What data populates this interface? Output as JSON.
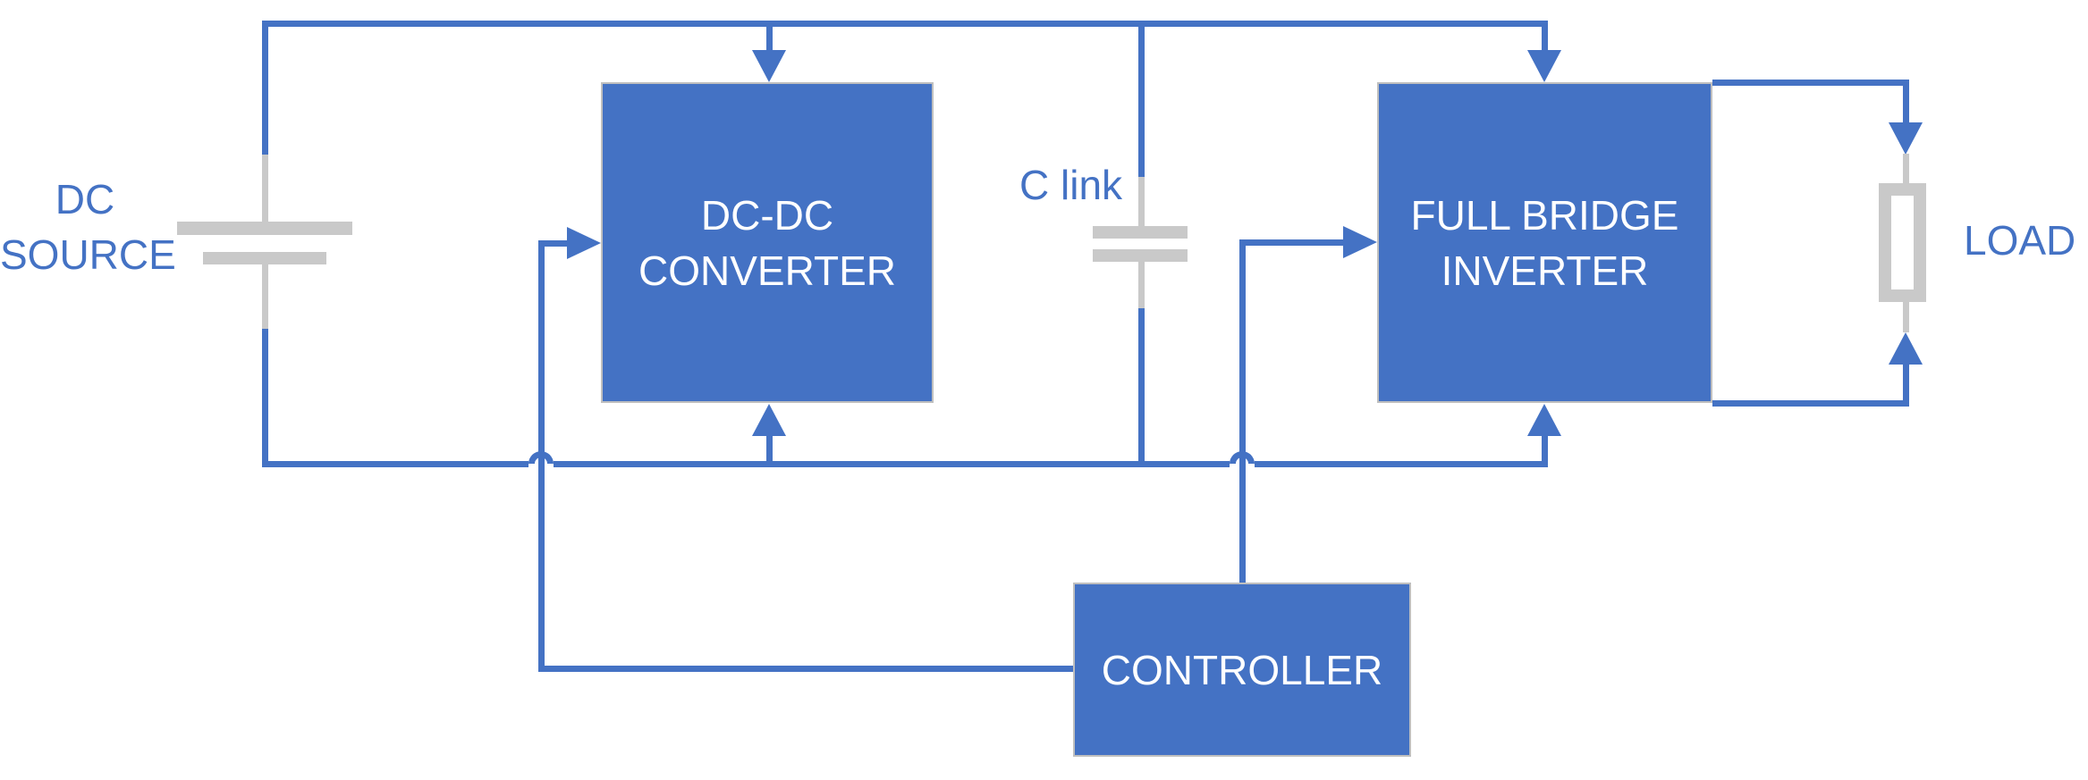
{
  "colors": {
    "accent": "#4472C4",
    "gray": "#C9C9C9",
    "box_border": "#BFBFBF",
    "label_text": "#4472C4",
    "box_text": "#FFFFFF",
    "background": "#FFFFFF"
  },
  "labels": {
    "dc_source": {
      "line1": "DC",
      "line2": "SOURCE"
    },
    "c_link": "C link",
    "load": "LOAD"
  },
  "blocks": {
    "dcdc": {
      "line1": "DC-DC",
      "line2": "CONVERTER"
    },
    "inverter": {
      "line1": "FULL BRIDGE",
      "line2": "INVERTER"
    },
    "controller": {
      "line1": "CONTROLLER"
    }
  }
}
